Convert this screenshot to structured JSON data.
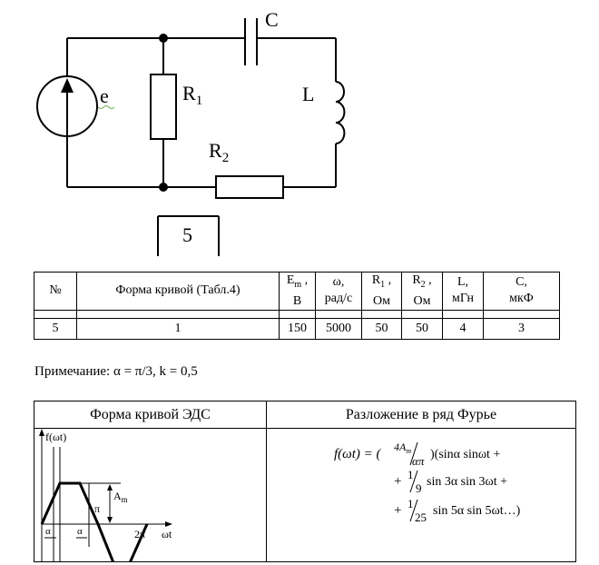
{
  "circuit": {
    "source_label": "e",
    "r1_label": "R",
    "r1_sub": "1",
    "c_label": "C",
    "l_label": "L",
    "r2_label": "R",
    "r2_sub": "2",
    "variant_box": "5"
  },
  "params_table": {
    "headers": {
      "num": "№",
      "curve": "Форма кривой (Табл.4)",
      "em_main": "E",
      "em_sub": "m",
      "em_unit_sep": " ,",
      "em_unit": "В",
      "omega": "ω,",
      "omega_unit": "рад/с",
      "r1_main": "R",
      "r1_sub": "1",
      "r1_sep": " ,",
      "r1_unit": "Ом",
      "r2_main": "R",
      "r2_sub": "2",
      "r2_sep": " ,",
      "r2_unit": "Ом",
      "l": "L,",
      "l_unit": "мГн",
      "c": "C,",
      "c_unit": "мкФ"
    },
    "row": {
      "num": "5",
      "curve": "1",
      "em": "150",
      "omega": "5000",
      "r1": "50",
      "r2": "50",
      "l": "4",
      "c": "3"
    }
  },
  "note": "Примечание: α = π/3, k = 0,5",
  "curve_table": {
    "col1_header": "Форма кривой ЭДС",
    "col2_header": "Разложение в ряд Фурье",
    "graph": {
      "f_label": "f(ωt)",
      "am_label": "A",
      "am_sub": "m",
      "pi_label": "π",
      "alpha1": "α",
      "alpha2": "α",
      "two_pi": "2π",
      "wt": "ωt"
    },
    "formula": {
      "line1_lhs": "f(ωt) = (",
      "line1_num": "4A",
      "line1_num_sub": "m",
      "line1_den": "απ",
      "line1_rhs": ")(sinα sinωt +",
      "line2_plus": "+",
      "line2_num": "1",
      "line2_den": "9",
      "line2_rhs": "sin 3α sin 3ωt +",
      "line3_plus": "+",
      "line3_num": "1",
      "line3_den": "25",
      "line3_rhs": "sin 5α sin 5ωt…)"
    }
  }
}
